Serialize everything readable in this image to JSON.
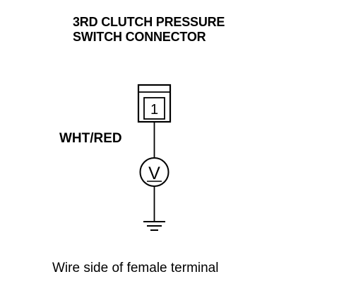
{
  "connector": {
    "title_lines": [
      "3RD CLUTCH PRESSURE",
      "SWITCH CONNECTOR"
    ],
    "pin_number": "1"
  },
  "wire": {
    "color_label": "WHT/RED"
  },
  "meter": {
    "icon": "voltmeter-icon",
    "symbol": "V"
  },
  "ground": {
    "icon": "ground-symbol-icon"
  },
  "caption": "Wire side of female terminal",
  "colors": {
    "ink": "#000000",
    "background": "#ffffff"
  }
}
